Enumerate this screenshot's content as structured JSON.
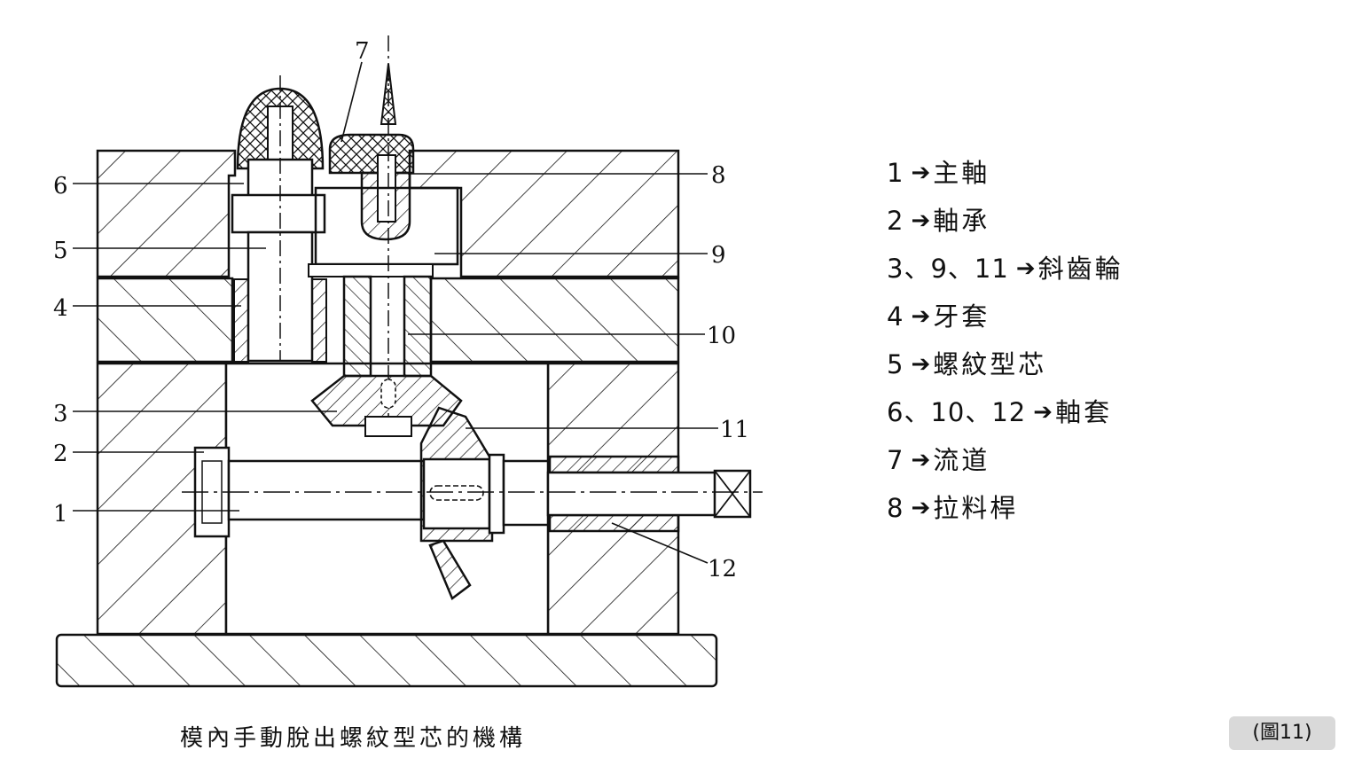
{
  "diagram": {
    "callouts": [
      "1",
      "2",
      "3",
      "4",
      "5",
      "6",
      "7",
      "8",
      "9",
      "10",
      "11",
      "12"
    ]
  },
  "legend": [
    {
      "numbers": "1",
      "arrow": "➔",
      "name": "主軸"
    },
    {
      "numbers": "2",
      "arrow": "➔",
      "name": "軸承"
    },
    {
      "numbers": "3、9、11",
      "arrow": "➔",
      "name": "斜齒輪"
    },
    {
      "numbers": "4",
      "arrow": "➔",
      "name": "牙套"
    },
    {
      "numbers": "5",
      "arrow": "➔",
      "name": "螺紋型芯"
    },
    {
      "numbers": "6、10、12",
      "arrow": "➔",
      "name": "軸套"
    },
    {
      "numbers": "7",
      "arrow": "➔",
      "name": "流道"
    },
    {
      "numbers": "8",
      "arrow": "➔",
      "name": "拉料桿"
    }
  ],
  "caption": "模內手動脫出螺紋型芯的機構",
  "figure_label": "(圖11)",
  "colors": {
    "line": "#111111",
    "badge_bg": "#d9d9d9"
  }
}
